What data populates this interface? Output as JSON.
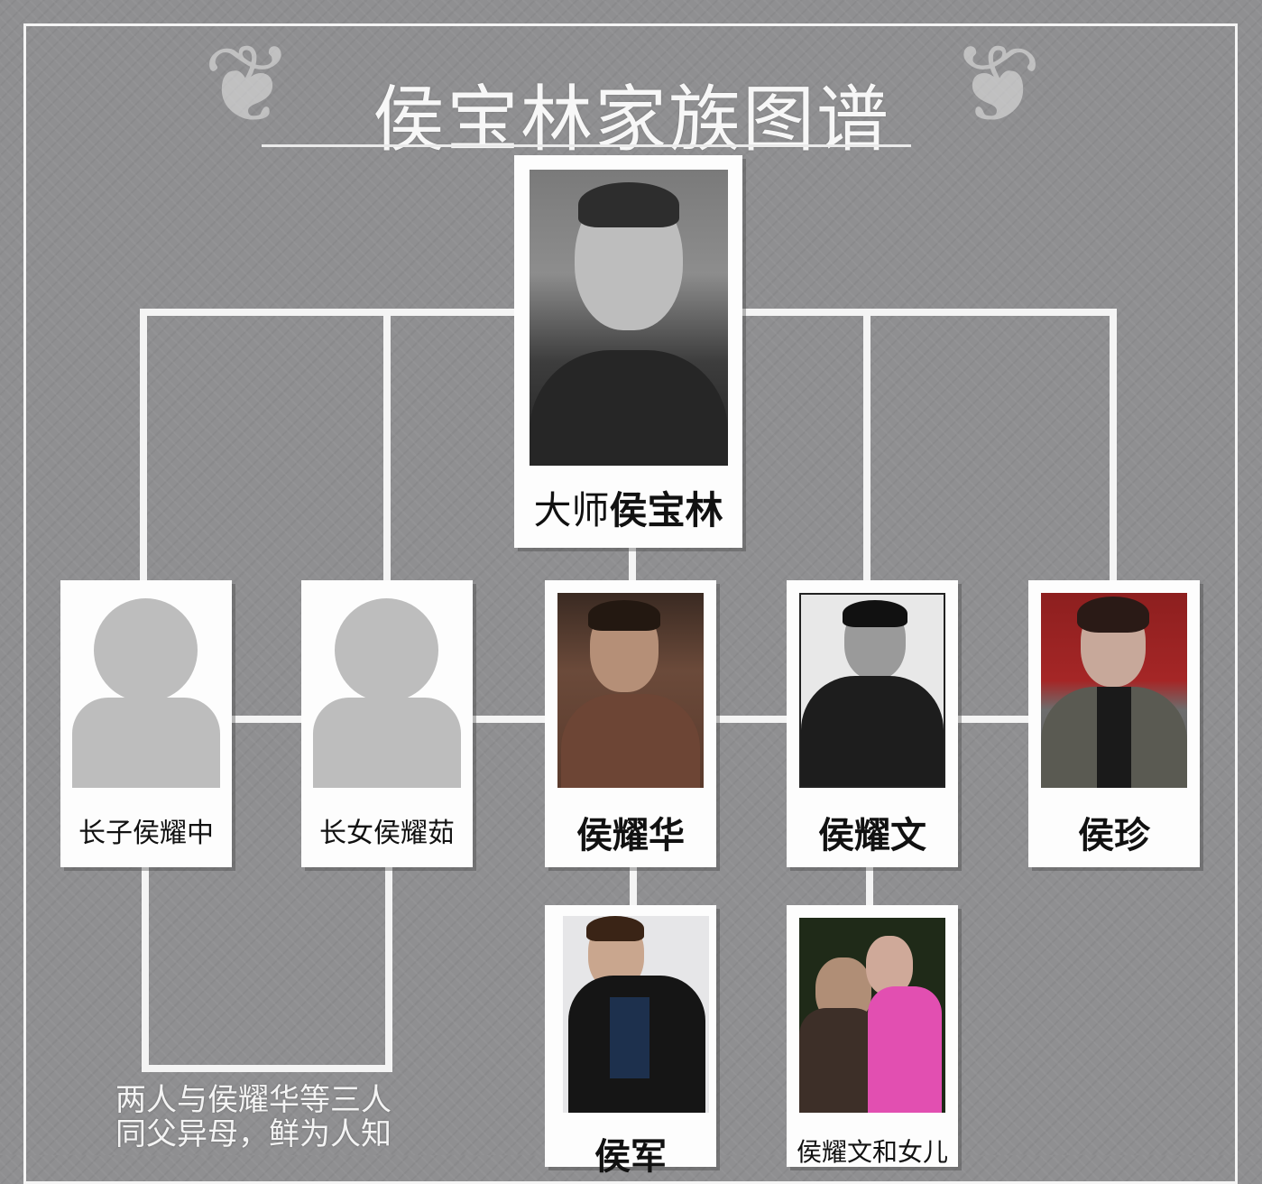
{
  "header": {
    "title": "侯宝林家族图谱",
    "ornament_left": "❦",
    "ornament_right": "❦"
  },
  "root": {
    "prefix": "大师",
    "name": "侯宝林",
    "photo": "black-white-portrait-elderly-man"
  },
  "children": [
    {
      "label": "长子侯耀中",
      "photo": "placeholder-silhouette",
      "bold": false
    },
    {
      "label": "长女侯耀茹",
      "photo": "placeholder-silhouette",
      "bold": false
    },
    {
      "label": "侯耀华",
      "photo": "sepia-portrait-man",
      "bold": true
    },
    {
      "label": "侯耀文",
      "photo": "black-white-portrait-man",
      "bold": true
    },
    {
      "label": "侯珍",
      "photo": "portrait-woman-red-background",
      "bold": true
    }
  ],
  "grandchildren": [
    {
      "label": "侯军",
      "photo": "portrait-man-dark-jacket",
      "parent": "侯耀华"
    },
    {
      "label": "侯耀文和女儿",
      "photo": "portrait-man-with-daughter-pink",
      "parent": "侯耀文"
    }
  ],
  "note": {
    "line1": "两人与侯耀华等三人",
    "line2": "同父异母，鲜为人知"
  },
  "colors": {
    "background": "#8f8f91",
    "lines": "#f4f4f4",
    "card": "#fdfdfd",
    "text_dark": "#111111",
    "text_light": "#f7f7f7"
  }
}
